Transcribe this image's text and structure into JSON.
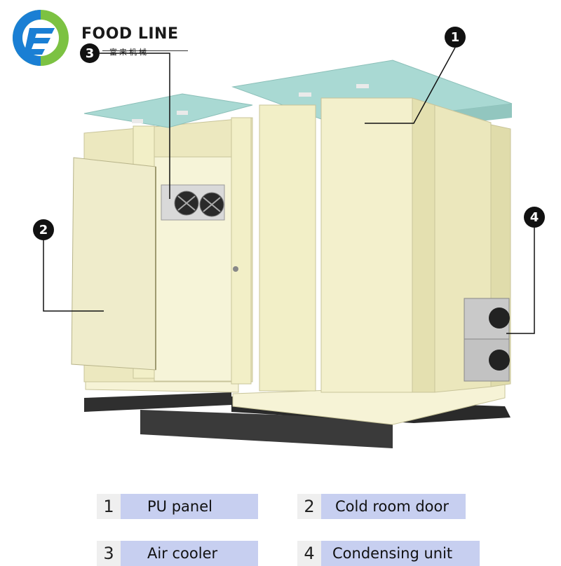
{
  "brand": {
    "name": "FOOD LINE",
    "subtitle": "富来机械",
    "logo_colors": {
      "green": "#7cc242",
      "blue": "#1a7fd4"
    }
  },
  "colors": {
    "panel": "#f2efc7",
    "panel_shade": "#e0dcab",
    "roof": "#a9d9d3",
    "base": "#2f2f2f",
    "unit": "#c9c9c9",
    "legend_label_bg": "#c7cff0",
    "legend_num_bg": "#efefef"
  },
  "markers": [
    {
      "number": "1"
    },
    {
      "number": "2"
    },
    {
      "number": "3"
    },
    {
      "number": "4"
    }
  ],
  "legend": [
    {
      "number": "1",
      "label": "PU panel"
    },
    {
      "number": "2",
      "label": "Cold room door"
    },
    {
      "number": "3",
      "label": "Air cooler"
    },
    {
      "number": "4",
      "label": "Condensing unit"
    }
  ]
}
